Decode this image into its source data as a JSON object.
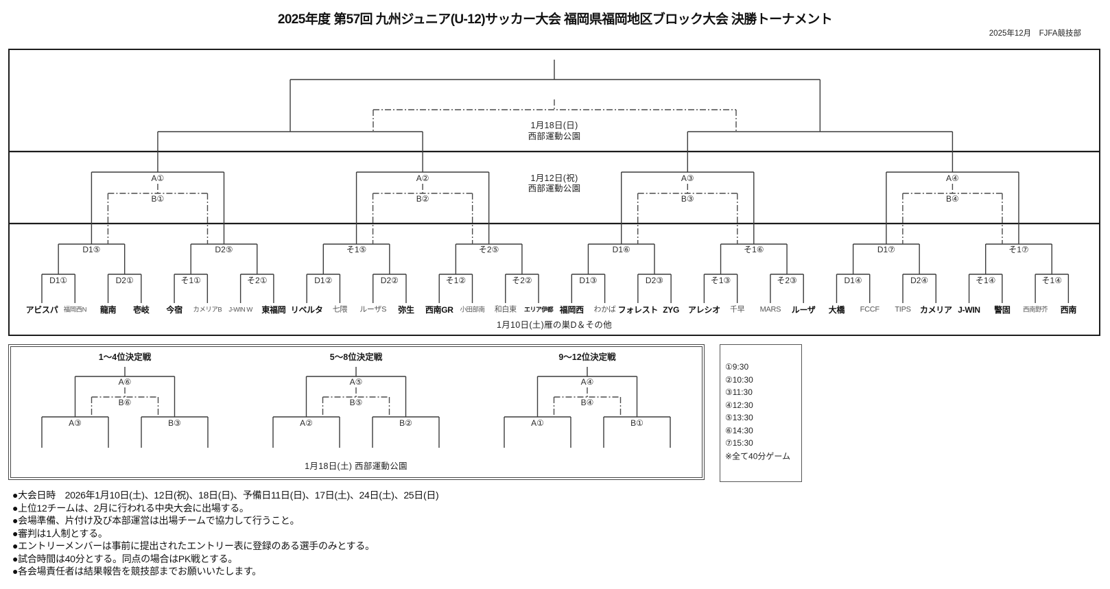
{
  "header": {
    "title": "2025年度 第57回 九州ジュニア(U-12)サッカー大会 福岡県福岡地区ブロック大会 決勝トーナメント",
    "issuer": "2025年12月　FJFA競技部"
  },
  "main_bracket": {
    "final_venue": {
      "date": "1月18日(日)",
      "place": "西部運動公園"
    },
    "quarterfinal_venue": {
      "date": "1月12日(祝)",
      "place": "西部運動公園"
    },
    "first_round_venue": "1月10日(土)雁の巣D＆その他",
    "quarterfinals": [
      {
        "win": "A①",
        "lose": "B①"
      },
      {
        "win": "A②",
        "lose": "B②"
      },
      {
        "win": "A③",
        "lose": "B③"
      },
      {
        "win": "A④",
        "lose": "B④"
      }
    ],
    "round2": [
      "D1⑤",
      "D2⑤",
      "そ1⑤",
      "そ2⑤",
      "D1⑥",
      "そ1⑥",
      "D1⑦",
      "そ1⑦"
    ],
    "round1": [
      "D1①",
      "D2①",
      "そ1①",
      "そ2①",
      "D1②",
      "D2②",
      "そ1②",
      "そ2②",
      "D1③",
      "D2③",
      "そ1③",
      "そ2③",
      "D1④",
      "D2④",
      "そ1④",
      "そ1④"
    ],
    "teams": [
      {
        "name": "アビスパ",
        "variant": "strong"
      },
      {
        "name": "福岡西N",
        "variant": "compact"
      },
      {
        "name": "龍南",
        "variant": "strong"
      },
      {
        "name": "壱岐",
        "variant": "strong"
      },
      {
        "name": "今宿",
        "variant": "strong"
      },
      {
        "name": "カメリアB",
        "variant": "compact"
      },
      {
        "name": "J-WIN W",
        "variant": "compact"
      },
      {
        "name": "東福岡",
        "variant": "strong"
      },
      {
        "name": "リベルタ",
        "variant": "strong"
      },
      {
        "name": "七隈",
        "variant": "regular"
      },
      {
        "name": "ルーザS",
        "variant": "regular"
      },
      {
        "name": "弥生",
        "variant": "strong"
      },
      {
        "name": "西南GR",
        "variant": "strong"
      },
      {
        "name": "小田部南",
        "variant": "compact"
      },
      {
        "name": "和白東",
        "variant": "regular"
      },
      {
        "name": "エリア伊都",
        "variant": "compact-strong"
      },
      {
        "name": "福岡西",
        "variant": "strong"
      },
      {
        "name": "わかば",
        "variant": "regular"
      },
      {
        "name": "フォレスト",
        "variant": "strong"
      },
      {
        "name": "ZYG",
        "variant": "strong"
      },
      {
        "name": "アレシオ",
        "variant": "strong"
      },
      {
        "name": "千早",
        "variant": "regular"
      },
      {
        "name": "MARS",
        "variant": "regular"
      },
      {
        "name": "ルーザ",
        "variant": "strong"
      },
      {
        "name": "大橋",
        "variant": "strong"
      },
      {
        "name": "FCCF",
        "variant": "regular"
      },
      {
        "name": "TIPS",
        "variant": "regular"
      },
      {
        "name": "カメリア",
        "variant": "strong"
      },
      {
        "name": "J-WIN",
        "variant": "strong"
      },
      {
        "name": "警固",
        "variant": "strong"
      },
      {
        "name": "西南野芥",
        "variant": "compact"
      },
      {
        "name": "西南",
        "variant": "strong"
      }
    ]
  },
  "placement_brackets": {
    "venue": "1月18日(土) 西部運動公園",
    "groups": [
      {
        "title": "1～4位決定戦",
        "top_win": "A⑥",
        "top_lose": "B⑥",
        "left": "A③",
        "right": "B③"
      },
      {
        "title": "5～8位決定戦",
        "top_win": "A⑤",
        "top_lose": "B⑤",
        "left": "A②",
        "right": "B②"
      },
      {
        "title": "9～12位決定戦",
        "top_win": "A④",
        "top_lose": "B④",
        "left": "A①",
        "right": "B①"
      }
    ]
  },
  "schedule": {
    "times": [
      "①9:30",
      "②10:30",
      "③11:30",
      "④12:30",
      "⑤13:30",
      "⑥14:30",
      "⑦15:30"
    ],
    "note": "※全て40分ゲーム"
  },
  "notes": [
    "●大会日時　2026年1月10日(土)、12日(祝)、18日(日)、予備日11日(日)、17日(土)、24日(土)、25日(日)",
    "●上位12チームは、2月に行われる中央大会に出場する。",
    "●会場準備、片付け及び本部運営は出場チームで協力して行うこと。",
    "●審判は1人制とする。",
    "●エントリーメンバーは事前に提出されたエントリー表に登録のある選手のみとする。",
    "●試合時間は40分とする。同点の場合はPK戦とする。",
    "●各会場責任者は結果報告を競技部までお願いいたします。"
  ]
}
